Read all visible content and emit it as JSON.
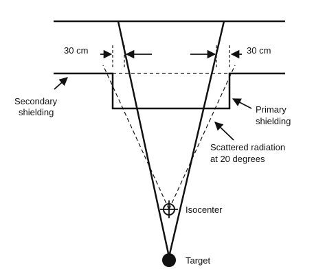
{
  "colors": {
    "line": "#111111",
    "background": "#ffffff"
  },
  "labels": {
    "dim_left": "30 cm",
    "dim_right": "30 cm",
    "secondary_shielding": [
      "Secondary",
      "shielding"
    ],
    "primary_shielding": [
      "Primary",
      "shielding"
    ],
    "scattered_radiation": [
      "Scattered radiation",
      "at 20 degrees"
    ],
    "isocenter": "Isocenter",
    "target": "Target"
  }
}
